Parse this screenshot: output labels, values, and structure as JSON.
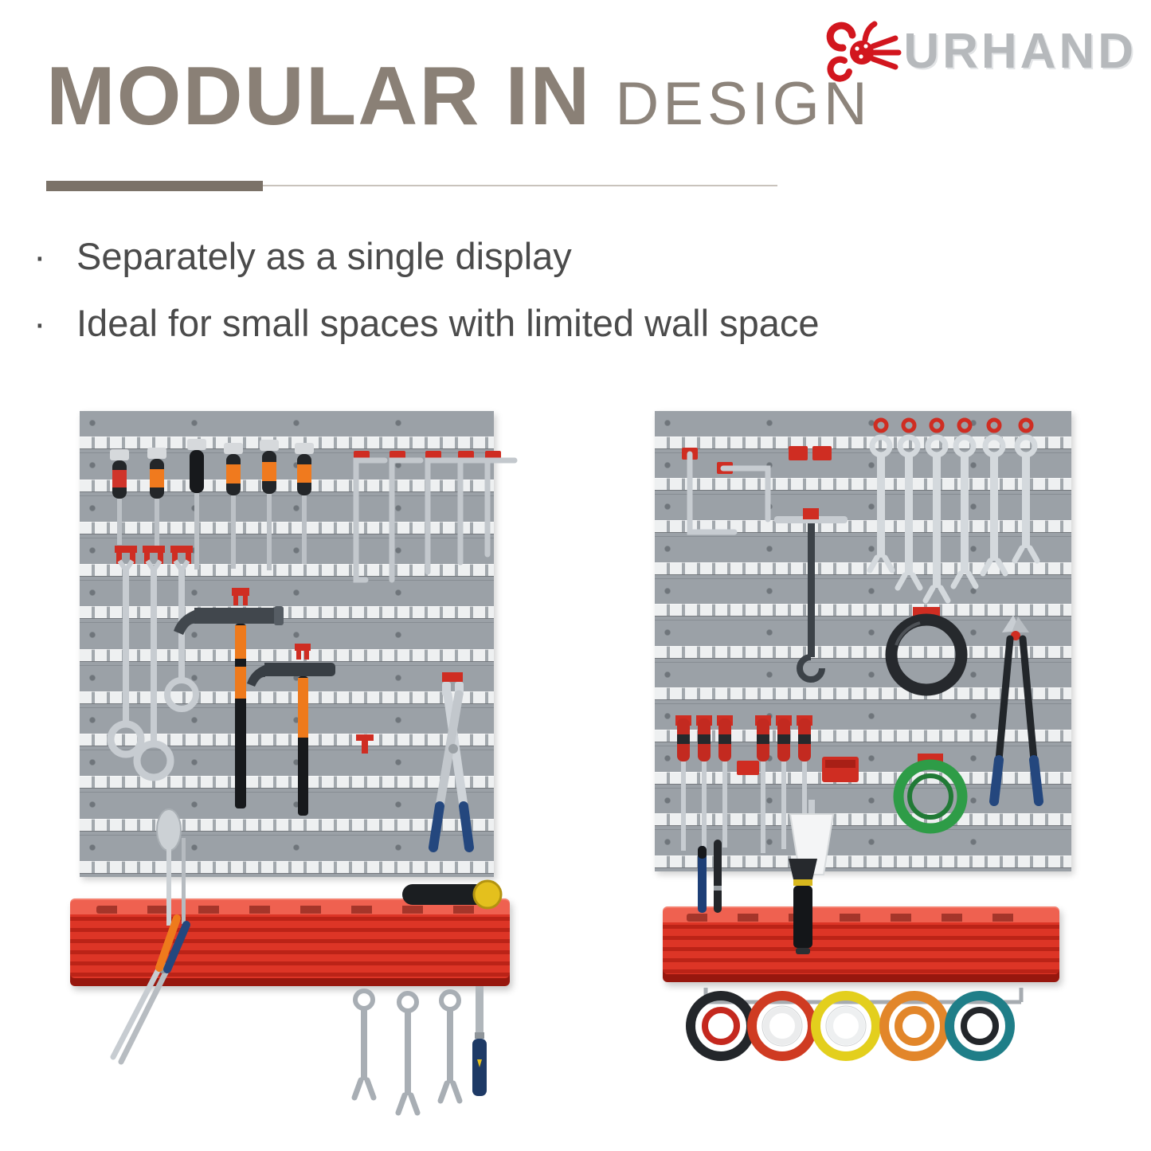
{
  "header": {
    "title_main": "MODULAR IN",
    "title_sub": "DESIGN"
  },
  "brand": {
    "name": "URHAND",
    "icon": "durhand-crab-icon"
  },
  "bullets": [
    {
      "marker": "·",
      "text": "Separately as a single display"
    },
    {
      "marker": "·",
      "text": "Ideal for small spaces with limited wall space"
    }
  ],
  "colors": {
    "accent_red": "#cf2d22",
    "pegboard_gray": "#9ba1a7",
    "shelf_red": "#d63425",
    "title_gray": "#8a8076",
    "body_text": "#4b4b4b",
    "brand_gray": "#b6b9bc"
  },
  "icons": {
    "logo": "durhand-crab-icon",
    "left_panel_tools": [
      "screwdriver-icon",
      "hex-key-icon",
      "ring-wrench-icon",
      "claw-hammer-icon",
      "red-peg-icon",
      "groove-pliers-icon",
      "spoon-icon",
      "needlenose-pliers-icon",
      "mallet-icon",
      "combination-wrench-icon",
      "chisel-icon"
    ],
    "right_panel_tools": [
      "hex-key-icon",
      "red-clip-icon",
      "t-handle-tool-icon",
      "combination-wrench-icon",
      "cable-coil-icon",
      "bolt-cutter-icon",
      "screwdriver-icon",
      "storage-bin-icon",
      "wire-coil-icon",
      "scoop-icon",
      "marker-icon",
      "flashlight-icon",
      "tape-roll-icon"
    ]
  }
}
